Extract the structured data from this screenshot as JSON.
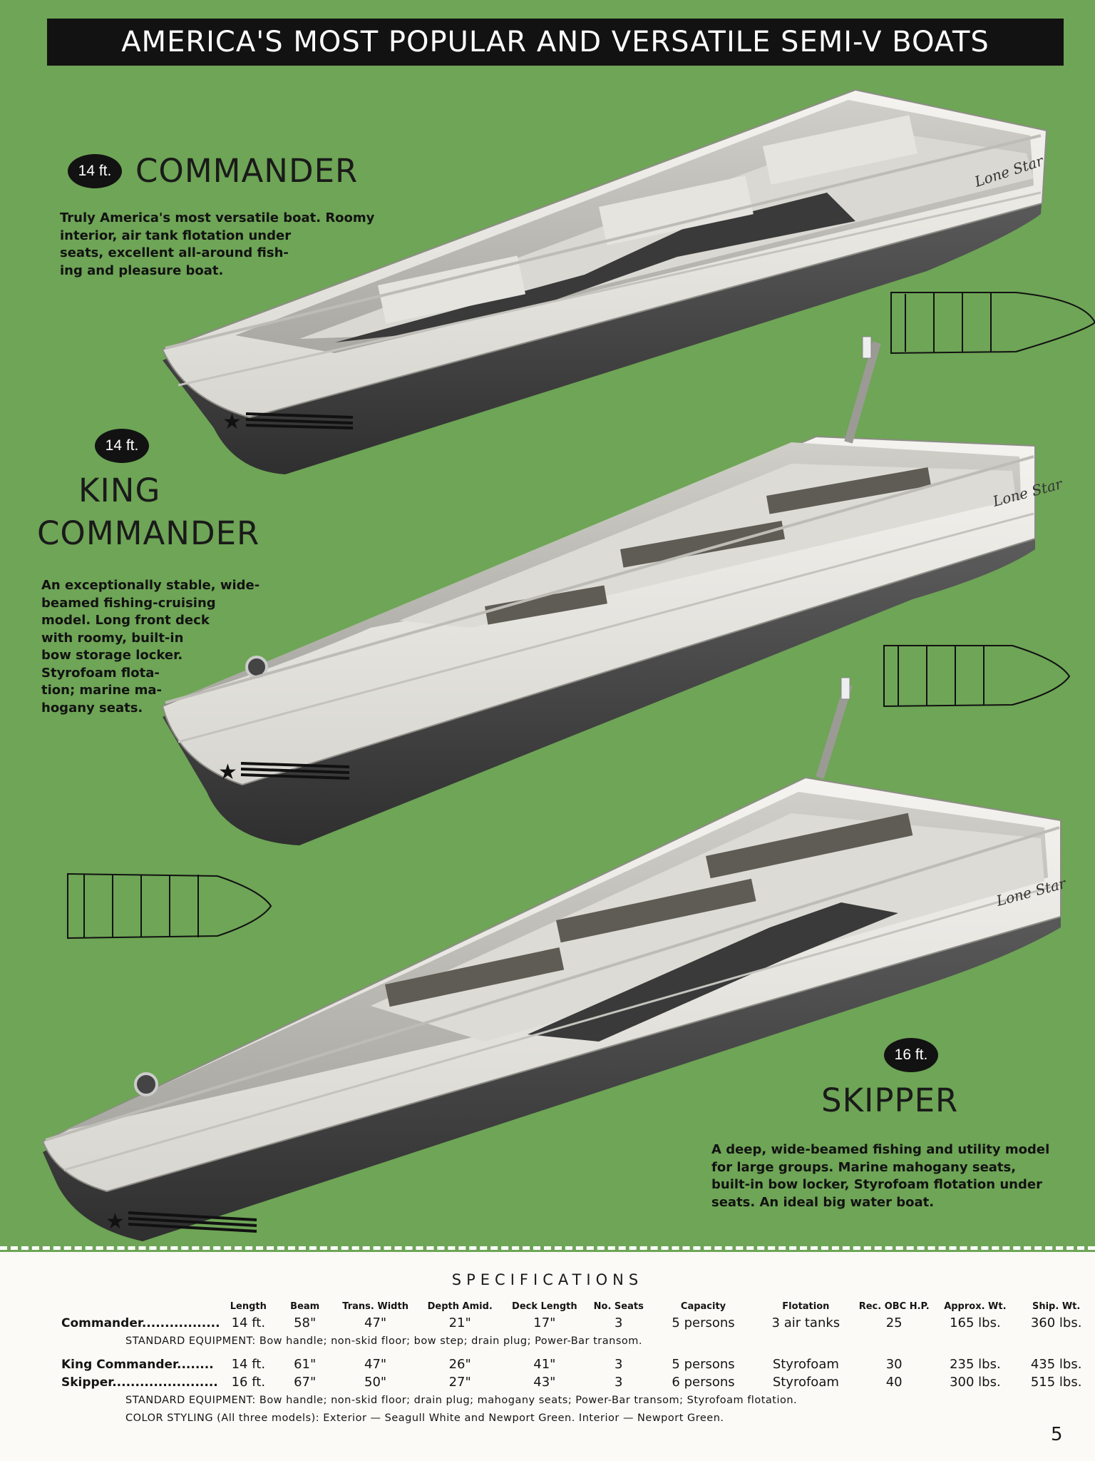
{
  "header": {
    "title": "AMERICA'S MOST POPULAR AND VERSATILE SEMI-V BOATS"
  },
  "boats": {
    "commander": {
      "length": "14 ft.",
      "name": "COMMANDER",
      "description_lines": [
        "Truly America's most versatile boat. Roomy",
        "interior, air tank flotation under",
        "seats, excellent all-around fish-",
        "ing and pleasure boat."
      ],
      "logo": "Lone Star"
    },
    "king_commander": {
      "length": "14 ft.",
      "name_lines": [
        "KING",
        "COMMANDER"
      ],
      "description_lines": [
        "An exceptionally stable, wide-",
        "beamed fishing-cruising",
        "model. Long front deck",
        "with roomy, built-in",
        "bow storage locker.",
        "Styrofoam flota-",
        "tion; marine ma-",
        "hogany seats."
      ],
      "logo": "Lone Star"
    },
    "skipper": {
      "length": "16 ft.",
      "name": "SKIPPER",
      "description_lines": [
        "A deep, wide-beamed fishing and utility model",
        "for large groups. Marine mahogany seats,",
        "built-in bow locker, Styrofoam flotation under",
        "seats. An ideal big water boat."
      ],
      "logo": "Lone Star"
    }
  },
  "specifications": {
    "title": "SPECIFICATIONS",
    "columns": [
      "Length",
      "Beam",
      "Trans. Width",
      "Depth Amid.",
      "Deck Length",
      "No. Seats",
      "Capacity",
      "Flotation",
      "Rec. OBC H.P.",
      "Approx. Wt.",
      "Ship. Wt."
    ],
    "rows": [
      {
        "label": "Commander.................",
        "values": [
          "14 ft.",
          "58\"",
          "47\"",
          "21\"",
          "17\"",
          "3",
          "5 persons",
          "3 air tanks",
          "25",
          "165 lbs.",
          "360 lbs."
        ]
      },
      {
        "label": "King Commander........",
        "values": [
          "14 ft.",
          "61\"",
          "47\"",
          "26\"",
          "41\"",
          "3",
          "5 persons",
          "Styrofoam",
          "30",
          "235 lbs.",
          "435 lbs."
        ]
      },
      {
        "label": "Skipper.......................",
        "values": [
          "16 ft.",
          "67\"",
          "50\"",
          "27\"",
          "43\"",
          "3",
          "6 persons",
          "Styrofoam",
          "40",
          "300 lbs.",
          "515 lbs."
        ]
      }
    ],
    "equipment_commander": "STANDARD EQUIPMENT: Bow handle; non-skid floor; bow step; drain plug; Power-Bar transom.",
    "equipment_others": "STANDARD EQUIPMENT: Bow handle; non-skid floor; drain plug; mahogany seats; Power-Bar transom; Styrofoam flotation.",
    "color_styling": "COLOR STYLING (All three models): Exterior — Seagull White and Newport Green. Interior — Newport Green."
  },
  "page_number": "5",
  "colors": {
    "background_green": "#6ea556",
    "hull_white": "#ecebe6",
    "hull_dark": "#4b4b4b"
  }
}
